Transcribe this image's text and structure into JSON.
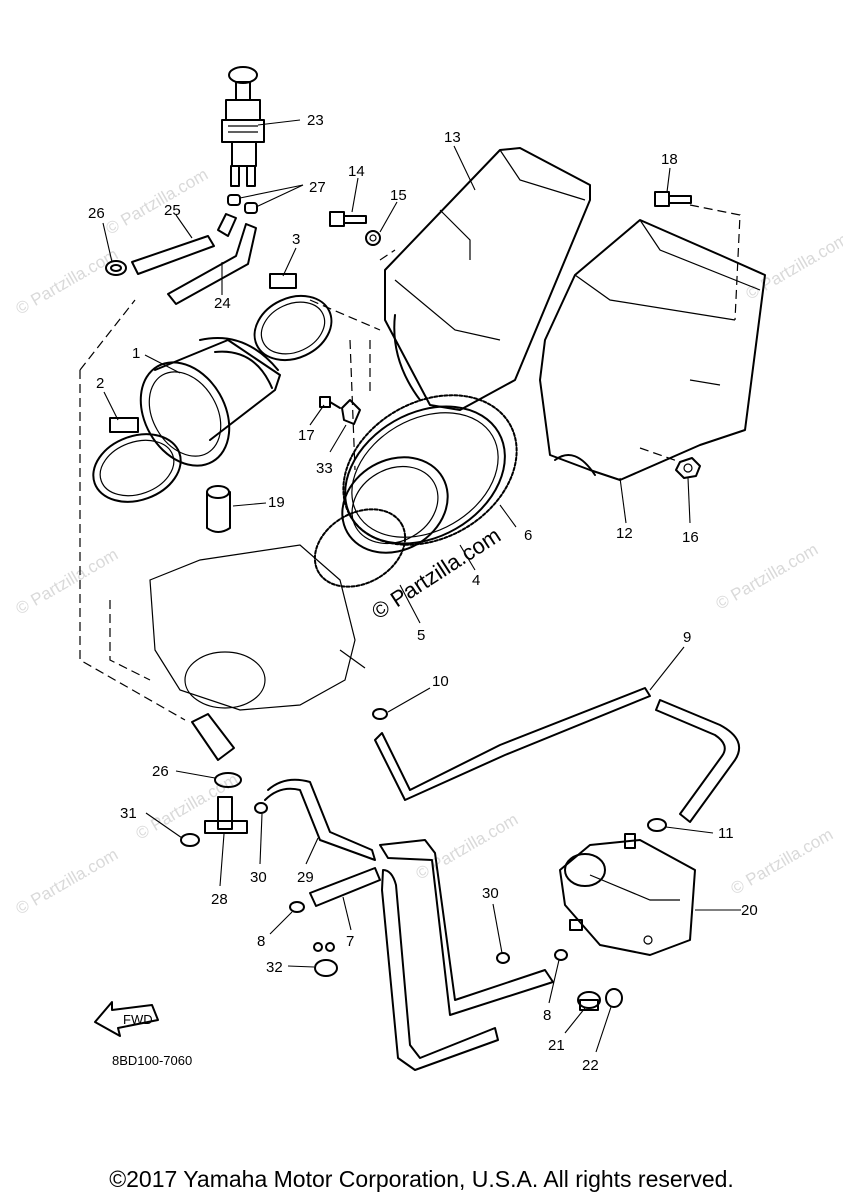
{
  "diagram_code": "8BD100-7060",
  "copyright": "©2017 Yamaha Motor Corporation, U.S.A. All rights reserved.",
  "watermark_text": "© Partzilla.com",
  "fwd_label": "FWD",
  "part_numbers": {
    "p1": "1",
    "p2": "2",
    "p3": "3",
    "p4": "4",
    "p5": "5",
    "p6": "6",
    "p7": "7",
    "p8a": "8",
    "p8b": "8",
    "p9": "9",
    "p10": "10",
    "p11": "11",
    "p12": "12",
    "p13": "13",
    "p14": "14",
    "p15": "15",
    "p16": "16",
    "p17": "17",
    "p18": "18",
    "p19": "19",
    "p20": "20",
    "p21": "21",
    "p22": "22",
    "p23": "23",
    "p24": "24",
    "p25": "25",
    "p26a": "26",
    "p26b": "26",
    "p27": "27",
    "p28": "28",
    "p29": "29",
    "p30a": "30",
    "p30b": "30",
    "p31": "31",
    "p32": "32",
    "p33": "33"
  }
}
